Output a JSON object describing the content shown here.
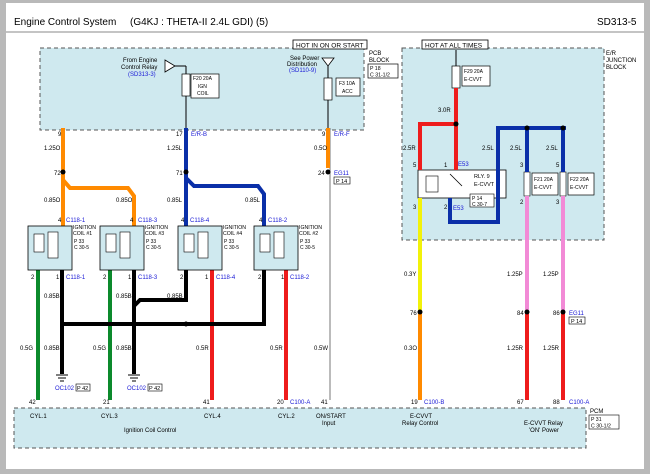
{
  "header": {
    "system": "Engine Control System",
    "engine": "(G4KJ : THETA-II 2.4L GDI) (5)",
    "page_id": "SD313-5"
  },
  "pcb_block": {
    "hot_label": "HOT IN ON OR START",
    "name_1": "PCB",
    "name_2": "BLOCK",
    "name_ref_1": "P 18",
    "name_ref_2": "C 31-1/2",
    "relay_label_1": "From Engine",
    "relay_label_2": "Control Relay",
    "relay_ref": "(SD313-3)",
    "fuse_ign_label_1": "F20 20A",
    "fuse_ign_label_2": "IGN",
    "fuse_ign_label_3": "COIL",
    "power_dist_1": "See Power",
    "power_dist_2": "Distribution",
    "power_dist_ref": "(SD110-9)",
    "fuse_acc_1": "F3 10A",
    "fuse_acc_2": "ACC"
  },
  "er_block": {
    "hot_label": "HOT AT ALL TIMES",
    "name_1": "E/R",
    "name_2": "JUNCTION",
    "name_3": "BLOCK",
    "fuse_top_1": "F29 20A",
    "fuse_top_2": "E-CVVT",
    "relay_1": "RLY. 9",
    "relay_2": "E-CVVT",
    "relay_ref_1": "P 14",
    "relay_ref_2": "C 30-7",
    "fuse_21_1": "F21 20A",
    "fuse_21_2": "E-CVVT",
    "fuse_22_1": "F22 20A",
    "fuse_22_2": "E-CVVT",
    "conn_e53": "E53",
    "conn_e53b": "E53"
  },
  "wires": {
    "w_125o": "1.25O",
    "w_125l": "1.25L",
    "w_05o": "0.5O",
    "w_30r": "3.0R",
    "w_25r": "2.5R",
    "w_25l_a": "2.5L",
    "w_25l_b": "2.5L",
    "w_25l_c": "2.5L",
    "w_085o_1": "0.85O",
    "w_085o_2": "0.85O",
    "w_085l_1": "0.85L",
    "w_085l_2": "0.85L",
    "w_085b_1": "0.85B",
    "w_085b_2": "0.85B",
    "w_085b_3": "0.85B",
    "w_085b_4": "0.85B",
    "w_085b_5": "0.85B",
    "w_05g_1": "0.5G",
    "w_05g_2": "0.5G",
    "w_05r_1": "0.5R",
    "w_05r_2": "0.5R",
    "w_05w": "0.5W",
    "w_03y": "0.3Y",
    "w_03o": "0.3O",
    "w_125p_1": "1.25P",
    "w_125p_2": "1.25P",
    "w_125r_1": "1.25R",
    "w_125r_2": "1.25R"
  },
  "pins": {
    "p9": "9",
    "p17": "17",
    "p9b": "9",
    "p72": "72",
    "p71": "71",
    "p24": "24",
    "p4a": "4",
    "p4b": "4",
    "p4c": "4",
    "p4d": "4",
    "p2a": "2",
    "p1a": "1",
    "p2b": "2",
    "p1b": "1",
    "p2c": "2",
    "p1c": "1",
    "p2d": "2",
    "p1d": "1",
    "p42": "42",
    "p21": "21",
    "p41": "41",
    "p20": "20",
    "p41b": "41",
    "p19": "19",
    "p67": "67",
    "p88": "88",
    "p76": "76",
    "p84": "84",
    "p86": "86",
    "p5": "5",
    "p3": "3",
    "p1r": "1",
    "p2r": "2",
    "p3b": "3",
    "p5b": "5",
    "p2c2": "2",
    "p3c": "3"
  },
  "connectors": {
    "er_b": "E/R-B",
    "er_f": "E/R-F",
    "eg11": "EG11",
    "eg11_b": "EG11",
    "p14_a": "P 14",
    "p14_b": "P 14",
    "c118_1_top": "C118-1",
    "c118_3_top": "C118-3",
    "c118_4_top": "C118-4",
    "c118_2_top": "C118-2",
    "c118_1_bot": "C118-1",
    "c118_3_bot": "C118-3",
    "c118_4_bot": "C118-4",
    "c118_2_bot": "C118-2",
    "c100_a": "C100-A",
    "c100_b": "C100-B",
    "c100_a2": "C100-A",
    "oc102_a": "OC102",
    "oc102_b": "OC102",
    "p42_a": "P 42",
    "p42_b": "P 42"
  },
  "coils": [
    {
      "name_1": "IGNITION",
      "name_2": "COIL #1",
      "ref_1": "P 33",
      "ref_2": "C 30-5"
    },
    {
      "name_1": "IGNITION",
      "name_2": "COIL #3",
      "ref_1": "P 33",
      "ref_2": "C 30-5"
    },
    {
      "name_1": "IGNITION",
      "name_2": "COIL #4",
      "ref_1": "P 33",
      "ref_2": "C 30-5"
    },
    {
      "name_1": "IGNITION",
      "name_2": "COIL #2",
      "ref_1": "P 33",
      "ref_2": "C 30-5"
    }
  ],
  "pcm": {
    "cyl1": "CYL.1",
    "cyl3": "CYL.3",
    "cyl4": "CYL.4",
    "cyl2": "CYL.2",
    "ign_ctrl": "Ignition Coil Control",
    "on_start_1": "ON/START",
    "on_start_2": "Input",
    "ecvvt_1": "E-CVVT",
    "ecvvt_2": "Relay Control",
    "ecvvt_on_1": "E-CVVT Relay",
    "ecvvt_on_2": "'ON' Power",
    "pcm_1": "PCM",
    "pcm_2": "P 31",
    "pcm_3": "C 30-1/2"
  },
  "colors": {
    "orange": "#ff8a00",
    "blue": "#0a2fa8",
    "red": "#ee1c1c",
    "green": "#0c8a2c",
    "yellow": "#f2f20a",
    "pink": "#f28ad6",
    "black": "#000000",
    "white_wire": "#ffffff",
    "block_fill": "#cfe9ef",
    "paper": "#ffffff",
    "link": "#1a1ad6"
  }
}
